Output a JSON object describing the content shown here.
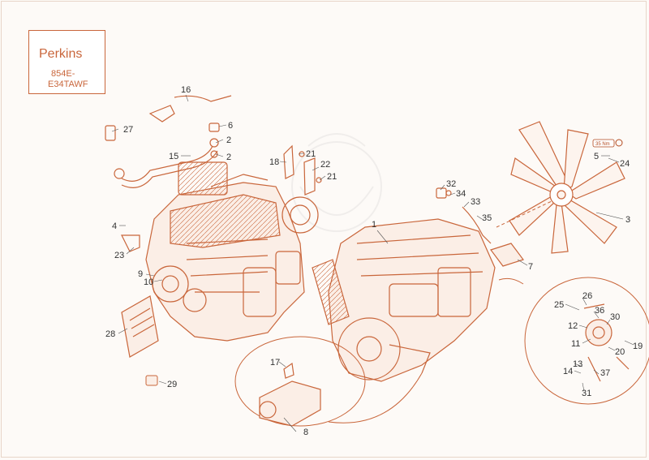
{
  "title_box": {
    "brand": "Perkins",
    "model_line1": "854E-",
    "model_line2": "E34TAWF"
  },
  "torque_label": "35 Nm",
  "callouts": [
    "1",
    "2",
    "2",
    "3",
    "4",
    "5",
    "6",
    "7",
    "8",
    "9",
    "10",
    "11",
    "12",
    "13",
    "14",
    "15",
    "16",
    "17",
    "18",
    "19",
    "20",
    "21",
    "21",
    "22",
    "23",
    "24",
    "25",
    "26",
    "27",
    "28",
    "29",
    "30",
    "31",
    "32",
    "33",
    "34",
    "35",
    "36",
    "37"
  ],
  "colors": {
    "line": "#c9663b",
    "text": "#333333",
    "background": "#fdfaf7"
  }
}
